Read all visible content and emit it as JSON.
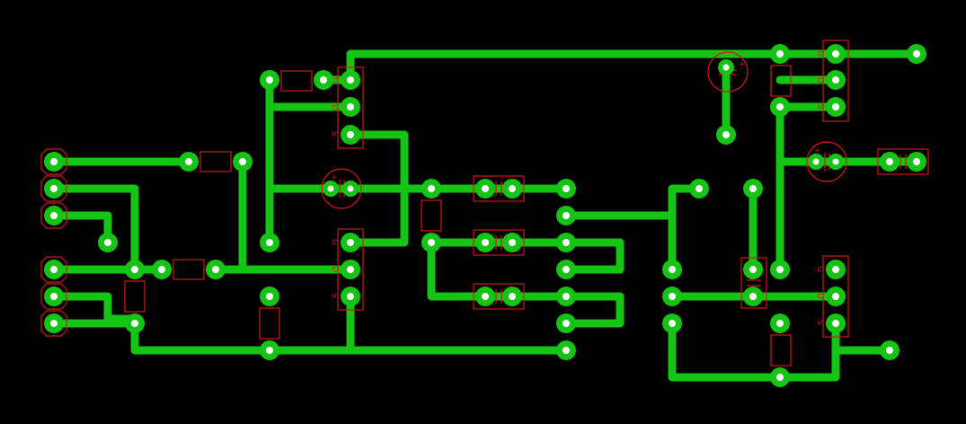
{
  "board": {
    "background_color": "#000000",
    "trace_color": "#16c416",
    "silkscreen_color": "#d01818",
    "drill_color": "#ffffff"
  },
  "labels": {
    "pin_g": "G",
    "pin_d": "D",
    "pin_s": "S",
    "cap_plus": "+"
  }
}
